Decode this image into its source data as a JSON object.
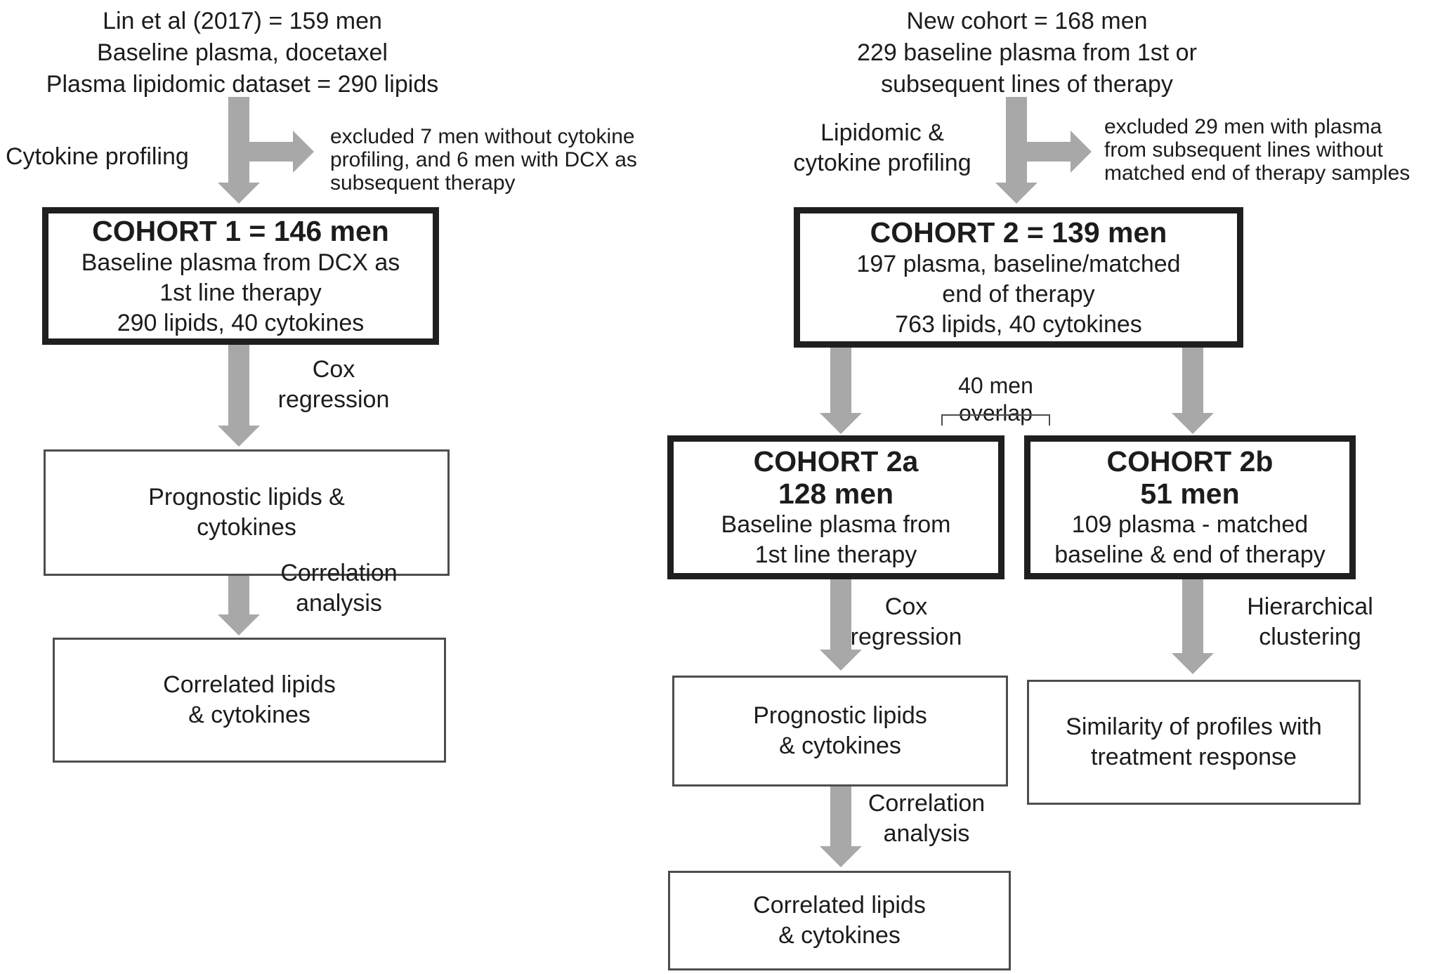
{
  "colors": {
    "arrow_gray": "#a8a8a8",
    "thick_border": "#1f1f1f",
    "thin_border": "#4d4d4d",
    "text": "#1c1c1c",
    "background": "#ffffff"
  },
  "left": {
    "source_lines": [
      "Lin et al (2017) = 159 men",
      "Baseline plasma, docetaxel",
      "Plasma lipidomic dataset = 290 lipids"
    ],
    "profiling_label": "Cytokine profiling",
    "excluded_lines": [
      "excluded 7 men without cytokine",
      "profiling, and 6 men with DCX as",
      "subsequent therapy"
    ],
    "cohort1": {
      "title": "COHORT 1 = 146 men",
      "lines": [
        "Baseline plasma from DCX as",
        "1st line therapy",
        "290 lipids, 40 cytokines"
      ]
    },
    "cox_label": [
      "Cox",
      "regression"
    ],
    "prognostic_box": [
      "Prognostic lipids &",
      "cytokines"
    ],
    "correlation_label": [
      "Correlation",
      "analysis"
    ],
    "correlated_box": [
      "Correlated lipids",
      "& cytokines"
    ]
  },
  "right": {
    "source_lines": [
      "New cohort = 168 men",
      "229 baseline plasma from 1st or",
      "subsequent lines of therapy"
    ],
    "profiling_label": [
      "Lipidomic &",
      "cytokine profiling"
    ],
    "excluded_lines": [
      "excluded 29 men with plasma",
      "from subsequent lines without",
      "matched end of therapy samples"
    ],
    "cohort2": {
      "title": "COHORT 2 = 139 men",
      "lines": [
        "197 plasma, baseline/matched",
        "end of therapy",
        "763 lipids, 40 cytokines"
      ]
    },
    "overlap_label": [
      "40 men",
      "overlap"
    ],
    "cohort2a": {
      "title_lines": [
        "COHORT 2a",
        "128 men"
      ],
      "lines": [
        "Baseline plasma from",
        "1st line therapy"
      ]
    },
    "cohort2b": {
      "title_lines": [
        "COHORT 2b",
        "51 men"
      ],
      "lines": [
        "109 plasma - matched",
        "baseline & end of therapy"
      ]
    },
    "cox_label": [
      "Cox",
      "regression"
    ],
    "prognostic_box": [
      "Prognostic lipids",
      "& cytokines"
    ],
    "correlation_label": [
      "Correlation",
      "analysis"
    ],
    "correlated_box": [
      "Correlated lipids",
      "& cytokines"
    ],
    "clustering_label": [
      "Hierarchical",
      "clustering"
    ],
    "similarity_box": [
      "Similarity of profiles with",
      "treatment response"
    ]
  }
}
